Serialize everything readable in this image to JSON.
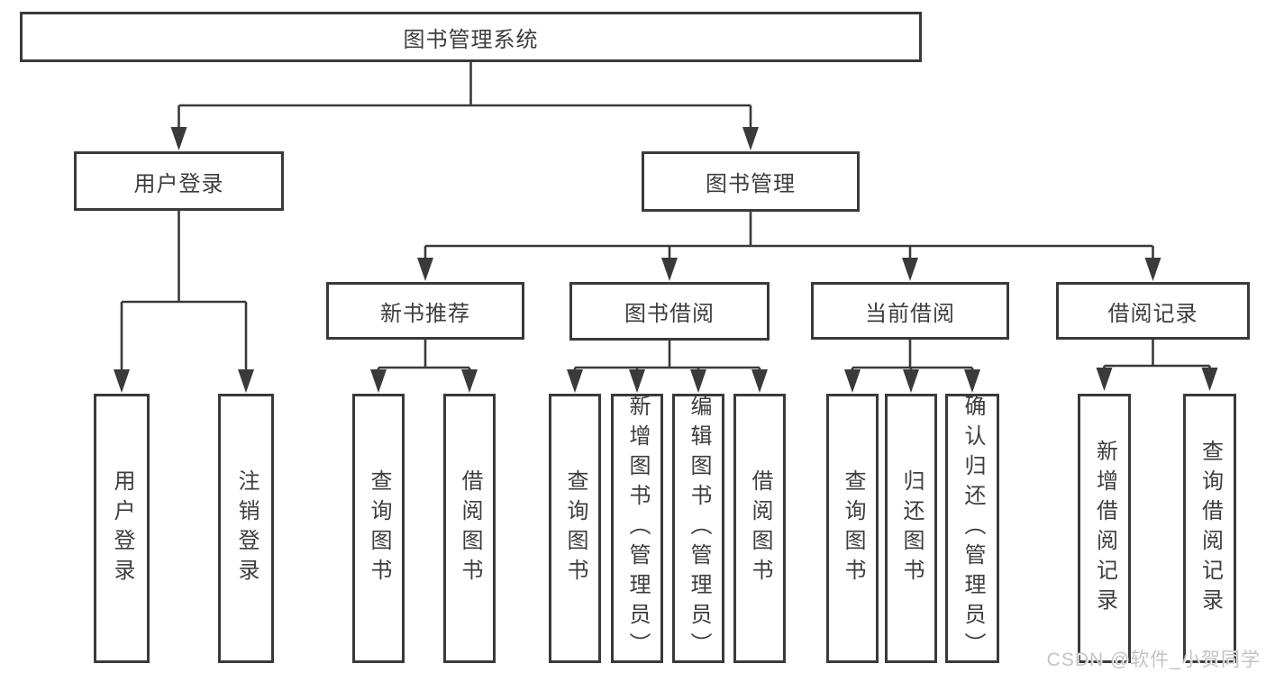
{
  "diagram": {
    "root": "图书管理系统",
    "level2": [
      {
        "label": "用户登录",
        "children": [
          "用户登录",
          "注销登录"
        ]
      },
      {
        "label": "图书管理",
        "children": [
          {
            "label": "新书推荐",
            "children": [
              "查询图书",
              "借阅图书"
            ]
          },
          {
            "label": "图书借阅",
            "children": [
              "查询图书",
              "新增图书（管理员）",
              "编辑图书（管理员）",
              "借阅图书"
            ]
          },
          {
            "label": "当前借阅",
            "children": [
              "查询图书",
              "归还图书",
              "确认归还（管理员）"
            ]
          },
          {
            "label": "借阅记录",
            "children": [
              "新增借阅记录",
              "查询借阅记录"
            ]
          }
        ]
      }
    ]
  },
  "watermark": {
    "text": "CSDN @软件_小贺同学"
  },
  "colors": {
    "line": "#3a3a3a",
    "box_border": "#3a3a3a",
    "text": "#3d3d3d",
    "watermark": "#c6c2c2",
    "background": "#ffffff"
  }
}
